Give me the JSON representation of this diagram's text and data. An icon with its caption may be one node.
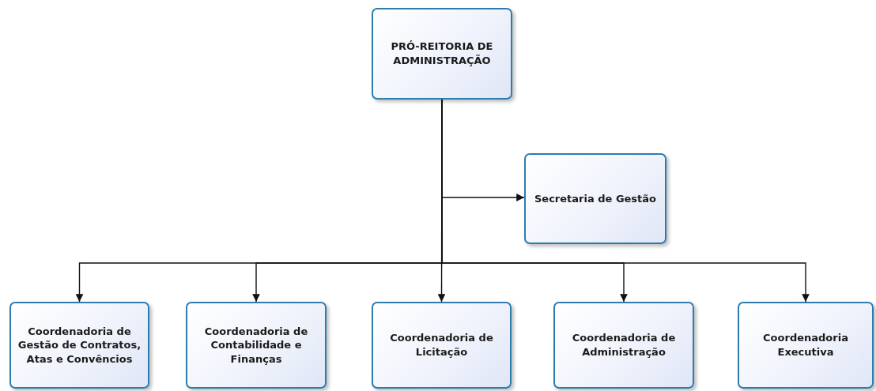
{
  "diagram": {
    "nodes": [
      {
        "text": [
          "PRÓ-REITORIA DE ADMINISTRAÇÃO"
        ]
      },
      {
        "text": [
          "Secretaria de Gestão"
        ]
      },
      {
        "text": [
          "Coordenadoria de Gestão de Contratos, Atas e Convêncios"
        ]
      },
      {
        "text": [
          "Coordenadoria de Contabilidade e Finanças"
        ]
      },
      {
        "text": [
          "Coordenadoria de Licitação"
        ]
      },
      {
        "text": [
          "Coordenadoria de Administração"
        ]
      },
      {
        "text": [
          "Coordenadoria Executiva"
        ]
      }
    ],
    "edges": [
      {
        "from": 0,
        "to": 1,
        "arrow": "to"
      },
      {
        "from": 0,
        "to": 2,
        "arrow": "to"
      },
      {
        "from": 0,
        "to": 3,
        "arrow": "to"
      },
      {
        "from": 0,
        "to": 4,
        "arrow": "to"
      },
      {
        "from": 0,
        "to": 5,
        "arrow": "to"
      },
      {
        "from": 0,
        "to": 6,
        "arrow": "to"
      }
    ]
  }
}
